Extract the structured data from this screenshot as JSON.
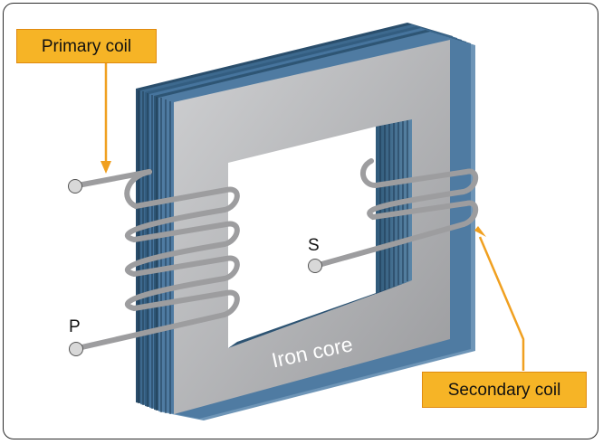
{
  "labels": {
    "primary": "Primary coil",
    "secondary": "Secondary coil",
    "core": "Iron core",
    "terminal_p": "P",
    "terminal_s": "S"
  },
  "colors": {
    "label_fill": "#f6b426",
    "label_border": "#e08a10",
    "leader": "#f0a020",
    "lamination_blue": "#3d6a8e",
    "core_face": "#b5b6b8",
    "wire": "#a9a9ab"
  }
}
